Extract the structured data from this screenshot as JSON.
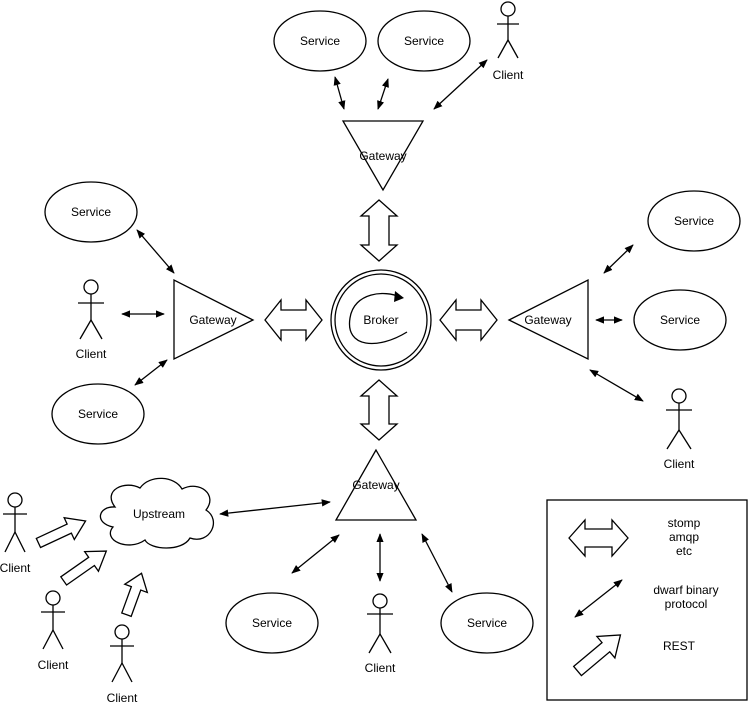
{
  "labels": {
    "service": "Service",
    "client": "Client",
    "gateway": "Gateway",
    "broker": "Broker",
    "upstream": "Upstream"
  },
  "legend": {
    "stomp": "stomp",
    "amqp": "amqp",
    "etc": "etc",
    "dwarf_line1": "dwarf binary",
    "dwarf_line2": "protocol",
    "rest": "REST"
  },
  "colors": {
    "stroke": "#000000",
    "fill": "#ffffff"
  },
  "icons": {
    "client": "stick-figure",
    "service": "ellipse",
    "gateway": "triangle",
    "broker": "circle",
    "upstream": "cloud",
    "stomp_link": "double-block-arrow",
    "dwarf_link": "double-headed-line",
    "rest_link": "block-arrow"
  }
}
